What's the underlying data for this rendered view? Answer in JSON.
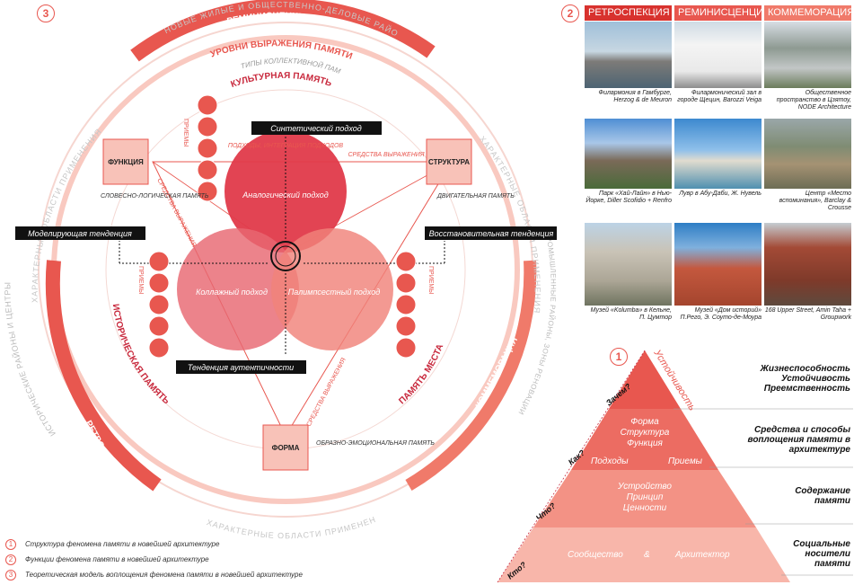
{
  "colors": {
    "accent": "#e8574f",
    "dark_red": "#c8283c",
    "pink_light": "#f7c7bf",
    "black": "#111111"
  },
  "badges": {
    "one": "1",
    "two": "2",
    "three": "3"
  },
  "model": {
    "outer_top_band_label": "НОВЫЕ ЖИЛЫЕ И ОБЩЕСТВЕННО-ДЕЛОВЫЕ РАЙОНЫ",
    "reminiscence": "РЕМИНИСЦЕНЦИЯ",
    "levels": "УРОВНИ ВЫРАЖЕНИЯ ПАМЯТИ",
    "types_memory": "ТИПЫ КОЛЛЕКТИВНОЙ ПАМЯТИ",
    "cultural_memory": "КУЛЬТУРНАЯ ПАМЯТЬ",
    "historical_memory": "ИСТОРИЧЕСКАЯ ПАМЯТЬ",
    "place_memory": "ПАМЯТЬ МЕСТА",
    "retrospection": "РЕТРОСПЕКЦИЯ",
    "commemoration": "КОММЕМОРАЦИЯ",
    "left_arc_text": "ИСТОРИЧЕСКИЕ РАЙОНЫ И ЦЕНТРЫ",
    "right_arc_text": "ПРОМЫШЛЕННЫЕ РАЙОНЫ, ЗОНЫ РЕНОВАЦИИ",
    "application_areas": "ХАРАКТЕРНЫЕ ОБЛАСТИ ПРИМЕНЕНИЯ",
    "synthetic": "Синтетический подход",
    "approaches_integration": "ПОДХОДЫ, ИНТЕГРАЦИЯ ПОДХОДОВ",
    "means_expression": "СРЕДСТВА ВЫРАЖЕНИЯ",
    "techniques": "ПРИЕМЫ",
    "function": "ФУНКЦИЯ",
    "structure": "СТРУКТУРА",
    "form": "ФОРМА",
    "verbal_logic": "СЛОВЕСНО-ЛОГИЧЕСКАЯ ПАМЯТЬ",
    "motor": "ДВИГАТЕЛЬНАЯ ПАМЯТЬ",
    "figurative": "ОБРАЗНО-ЭМОЦИОНАЛЬНАЯ ПАМЯТЬ",
    "modeling": "Моделирующая тенденция",
    "restorative": "Восстановительная тенденция",
    "authenticity": "Тенденция аутентичности",
    "analog": "Аналогический подход",
    "collage": "Коллажный подход",
    "palimpsest": "Палимпсестный подход"
  },
  "photos": {
    "headers": [
      "РЕТРОСПЕКЦИЯ",
      "РЕМИНИСЦЕНЦИЯ",
      "КОММЕМОРАЦИЯ"
    ],
    "captions": [
      "Филармония в Гамбурге, Herzog & de Meuron",
      "Филармонический зал в городе Щецин, Barozzi Veiga",
      "Общественное пространство в Цзятоу, NODE Architecture",
      "Парк «Хай-Лайн» в Нью-Йорке, Diller Scofidio + Renfro",
      "Лувр в Абу-Даби, Ж. Нувель",
      "Центр «Место вспоминания», Barclay & Crousse",
      "Музей «Kolumba» в Кельне, П. Цумтор",
      "Музей «Дом историй» П.Рего, Э. Соуто-де-Моура",
      "168 Upper Street, Amin Taha + Groupwork"
    ]
  },
  "pyramid": {
    "sustainability": "Устойчивость",
    "form_structure_function": [
      "Форма",
      "Структура",
      "Функция"
    ],
    "approaches": "Подходы",
    "techniques": "Приемы",
    "device_principle_values": [
      "Устройство",
      "Принцип",
      "Ценности"
    ],
    "society": "Сообщество",
    "amp": "&",
    "architect": "Архитектор",
    "why": "Зачем?",
    "how": "Как?",
    "what": "Что?",
    "who": "Кто?",
    "right_labels": [
      "Жизнеспособность Устойчивость Преемственность",
      "Средства и способы воплощения памяти в архитектуре",
      "Содержание памяти",
      "Социальные носители памяти"
    ]
  },
  "legend": [
    {
      "num": "1",
      "text": "Структура феномена памяти в новейшей архитектуре"
    },
    {
      "num": "2",
      "text": "Функции феномена памяти в новейшей архитектуре"
    },
    {
      "num": "3",
      "text": "Теоретическая модель воплощения феномена памяти в новейшей архитектуре"
    }
  ]
}
